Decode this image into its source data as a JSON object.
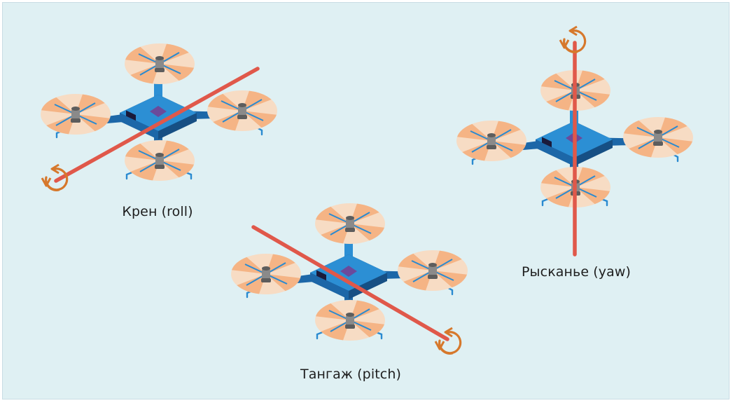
{
  "colors": {
    "background": "#dff0f3",
    "body": "#2c8fd4",
    "body_dark": "#1c67a8",
    "body_shadow": "#164f84",
    "hub": "#6b4a9b",
    "prop_light": "#f7dcc4",
    "prop_dark": "#f4ad7a",
    "motor": "#8a8a8a",
    "motor_dark": "#5d5d5d",
    "leg": "#2a8ad0",
    "axis": "#e0584a",
    "rotation_arrow": "#d6782c"
  },
  "icons": {
    "drone": "quadcopter-icon",
    "rotation": "rotation-arrow-icon"
  },
  "drones": [
    {
      "id": "roll",
      "label": "Крен (roll)"
    },
    {
      "id": "pitch",
      "label": "Тангаж (pitch)"
    },
    {
      "id": "yaw",
      "label": "Рысканье (yaw)"
    }
  ]
}
